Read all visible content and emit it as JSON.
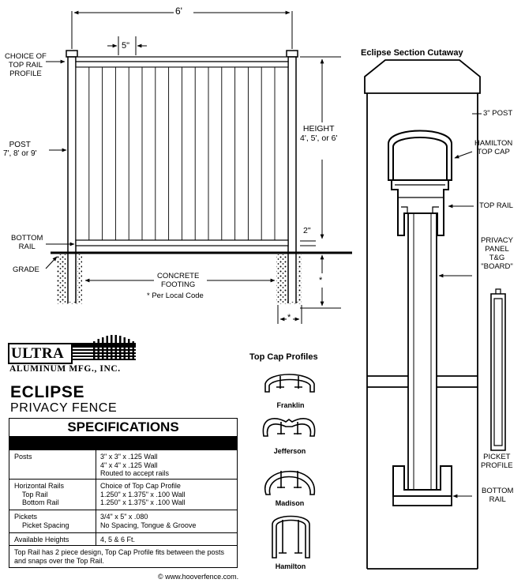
{
  "fence_drawing": {
    "width_label": "6'",
    "spacing_label": "5\"",
    "choice_label": "CHOICE OF\nTOP RAIL\nPROFILE",
    "post_label": "POST\n7', 8' or 9'",
    "bottom_rail_label": "BOTTOM\nRAIL",
    "grade_label": "GRADE",
    "concrete_label": "CONCRETE\nFOOTING",
    "local_code_label": "* Per Local Code",
    "height_label": "HEIGHT\n4', 5', or 6'",
    "gap_label": "2\"",
    "depth_star": "*",
    "width_star": "*"
  },
  "brand": {
    "name": "ULTRA",
    "subtitle": "ALUMINUM MFG., INC."
  },
  "product": {
    "title": "ECLIPSE",
    "subtitle": "PRIVACY FENCE"
  },
  "specifications": {
    "title": "SPECIFICATIONS",
    "rows": [
      {
        "key": "Posts",
        "value": "3\" x 3\" x .125 Wall\n4\" x 4\" x .125 Wall\nRouted to accept rails"
      },
      {
        "key": "Horizontal Rails\n    Top Rail\n    Bottom Rail",
        "value": "Choice of Top Cap Profile\n1.250\" x 1.375\" x .100 Wall\n1.250\" x 1.375\" x .100 Wall"
      },
      {
        "key": "Pickets\n    Picket Spacing",
        "value": "3/4\" x 5\" x .080\nNo Spacing, Tongue & Groove"
      },
      {
        "key": "Available Heights",
        "value": "4, 5 & 6 Ft."
      }
    ],
    "note": "Top Rail has 2 piece design, Top Cap Profile fits between the posts and snaps over the Top Rail."
  },
  "top_cap_profiles": {
    "title": "Top Cap Profiles",
    "items": [
      "Franklin",
      "Jefferson",
      "Madison",
      "Hamilton"
    ]
  },
  "cutaway": {
    "title": "Eclipse Section Cutaway",
    "post_label": "3\" POST",
    "cap_label": "HAMILTON\nTOP CAP",
    "top_rail_label": "TOP RAIL",
    "panel_label": "PRIVACY\nPANEL\nT&G\n\"BOARD\"",
    "picket_label": "PICKET\nPROFILE",
    "bottom_rail_label": "BOTTOM\nRAIL"
  },
  "copyright": "© www.hooverfence.com."
}
